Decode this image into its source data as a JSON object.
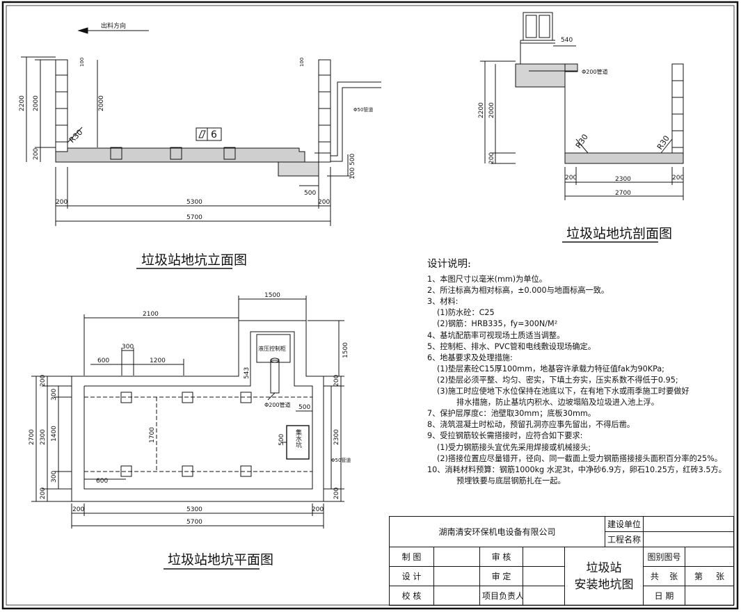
{
  "drawings": {
    "elevation": {
      "title": "垃圾站地坑立面图",
      "direction_label": "出料方向",
      "callout": "6",
      "pipe_label": "Φ50管道",
      "dims": {
        "total_height": "2200",
        "inner_height": "2000",
        "inner_height_mid": "2000",
        "base": "200",
        "top_left": "100",
        "top_right": "100",
        "radius": "R30",
        "right_sump_a": "100",
        "right_sump_b": "500",
        "sump_width": "500",
        "left_wall": "200",
        "right_wall": "200",
        "inner_length": "5300",
        "total_length": "5700"
      }
    },
    "section": {
      "title": "垃圾站地坑剖面图",
      "top_dim": "540",
      "pipe_label": "Φ200管道",
      "dims": {
        "total_height": "2200",
        "inner_height": "2000",
        "base": "200",
        "radius_left": "R30",
        "radius_right": "R30",
        "left_wall": "200",
        "right_wall": "200",
        "inner_width": "2300",
        "total_width": "2700"
      }
    },
    "plan": {
      "title": "垃圾站地坑平面图",
      "control_box": "液压控制柜",
      "sump": "集水坑",
      "pipe_200": "Φ200管道",
      "pipe_50": "Φ50管道",
      "dims": {
        "top_offset": "2100",
        "box_width": "1500",
        "box_height": "1500",
        "pos_300": "300",
        "pos_600": "600",
        "pos_1200": "1200",
        "box_offset": "543",
        "sump_500_h": "500",
        "sump_500_v": "500",
        "left_300_top": "300",
        "left_1400": "1400",
        "left_300_bot": "300",
        "left_2300": "2300",
        "left_2700": "2700",
        "left_200_top": "200",
        "left_200_bot": "200",
        "inner_1700": "1700",
        "bottom_600": "600",
        "right_2300": "2300",
        "right_200_top": "200",
        "right_200_bot": "200",
        "bot_left": "200",
        "bot_right": "200",
        "inner_length": "5300",
        "total_length": "5700"
      }
    }
  },
  "notes": {
    "heading": "设计说明:",
    "lines": [
      {
        "indent": 0,
        "text": "1、本图尺寸以毫米(mm)为单位。"
      },
      {
        "indent": 0,
        "text": "2、所注标高为相对标高，±0.000与地面标高一致。"
      },
      {
        "indent": 0,
        "text": "3、材料:"
      },
      {
        "indent": 1,
        "text": "(1)防水砼：C25"
      },
      {
        "indent": 1,
        "text": "(2)钢筋：HRB335，fy=300N/M²"
      },
      {
        "indent": 0,
        "text": "4、基坑配筋率可视现场土质适当调整。"
      },
      {
        "indent": 0,
        "text": "5、控制柜、排水、PVC管和电线敷设现场确定。"
      },
      {
        "indent": 0,
        "text": "6、地基要求及处理措施:"
      },
      {
        "indent": 1,
        "text": "(1)垫层素砼C15厚100mm，地基容许承载力特征值fak为90KPa;"
      },
      {
        "indent": 1,
        "text": "(2)垫层必须平整、均匀、密实，下填土夯实，压实系数不得低于0.95;"
      },
      {
        "indent": 1,
        "text": "(3)施工时应使地下水位保持在池底以下，在有地下水或雨季施工时要做好"
      },
      {
        "indent": 2,
        "text": "排水措施，防止基坑内积水、边坡塌陷及垃圾进入池上浮。"
      },
      {
        "indent": 0,
        "text": "7、保护层厚度c：池壁取30mm；底板30mm。"
      },
      {
        "indent": 0,
        "text": "8、浇筑混凝土时松动，预留孔洞亦应事先留出，不得后凿。"
      },
      {
        "indent": 0,
        "text": "9、受拉钢筋较长需搭接时，应符合如下要求:"
      },
      {
        "indent": 1,
        "text": "(1)受力钢筋接头宜优先采用焊接或机械接头;"
      },
      {
        "indent": 1,
        "text": "(2)搭接位置应尽量错开，径向、同一截面上受力钢筋搭接接头面积百分率的25%。"
      },
      {
        "indent": 0,
        "text": "10、消耗材料预算：钢筋1000kg 水泥3t，中净砂6.9方，卵石10.25方，红砖3.5方。"
      },
      {
        "indent": 2,
        "text": "预埋铁要与底层钢筋扎在一起。"
      }
    ]
  },
  "title_block": {
    "company": "湖南清安环保机电设备有限公司",
    "client_label": "建设单位",
    "project_label": "工程名称",
    "drawn_label": "制  图",
    "review_label": "审  核",
    "design_label": "设  计",
    "approve_label": "审  定",
    "check_label": "校  核",
    "leader_label": "项目负责人",
    "drawing_name_1": "垃圾站",
    "drawing_name_2": "安装地坑图",
    "set_no_label": "图别图号",
    "total_label": "共",
    "sheets_label": "张",
    "no_label": "第",
    "sheet_label": "张",
    "date_label": "日  期"
  }
}
